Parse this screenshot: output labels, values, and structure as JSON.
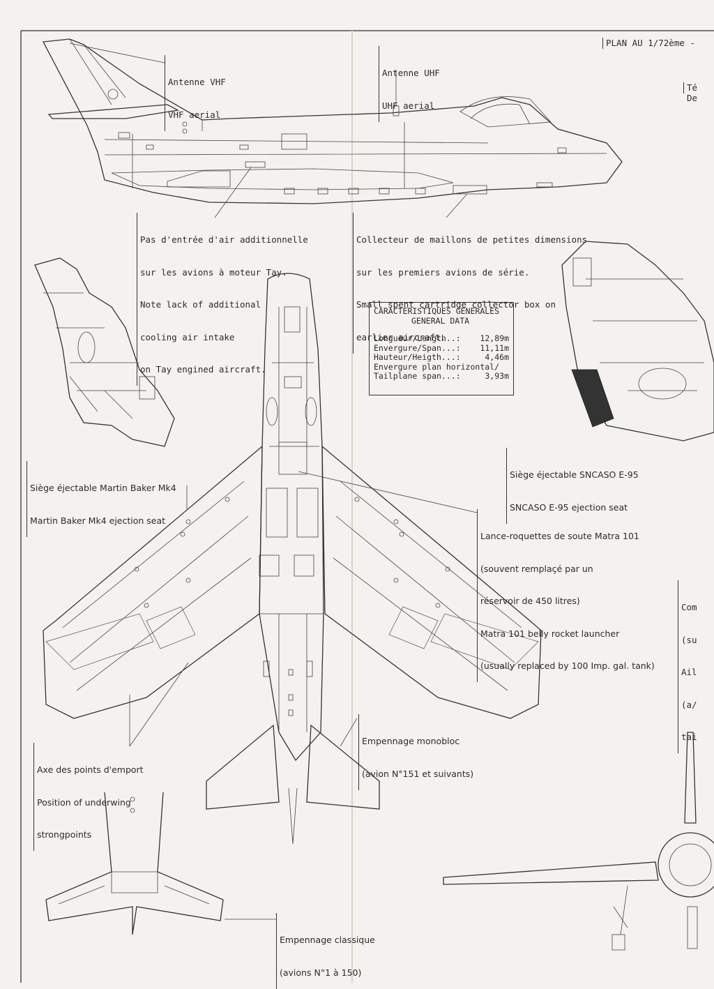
{
  "header": {
    "scale_note": "PLAN AU 1/72ème -",
    "cut_right_1": "Té",
    "cut_right_2": "De"
  },
  "labels": {
    "vhf": {
      "fr": "Antenne VHF",
      "en": "VHF aerial"
    },
    "uhf": {
      "fr": "Antenne UHF",
      "en": "UHF aerial"
    },
    "air_intake": [
      "Pas d'entrée d'air additionnelle",
      "sur les avions à moteur Tay.",
      "Note lack of additional",
      "cooling air intake",
      "on Tay engined aircraft."
    ],
    "collector": [
      "Collecteur de maillons de petites dimensions",
      "sur les premiers avions de série.",
      "Small spent cartridge collector box on",
      "earlier aircraft."
    ],
    "mb_seat": [
      "Siège éjectable Martin Baker Mk4",
      "Martin Baker Mk4 ejection seat"
    ],
    "sncaso_seat": [
      "Siège éjectable SNCASO E-95",
      "SNCASO E-95 ejection seat"
    ],
    "rocket": [
      "Lance-roquettes de soute Matra 101",
      "(souvent remplaçé par un",
      "réservoir de 450 litres)",
      "Matra 101 belly rocket launcher",
      "(usually replaced by 100 Imp. gal. tank)"
    ],
    "strongpoints": [
      "Axe des points d'emport",
      "Position of underwing",
      "strongpoints"
    ],
    "monobloc": [
      "Empennage monobloc",
      "(avion N°151 et suivants)"
    ],
    "classic": [
      "Empennage classique",
      "(avions N°1 à 150)"
    ],
    "cut_right_mid": [
      "Com",
      "(su",
      "Ail",
      "(a/",
      "tai"
    ]
  },
  "general_data": {
    "title_fr": "CARACTERISTIQUES GENERALES",
    "title_en": "GENERAL DATA",
    "rows": [
      {
        "label": "Longueur/Length..:",
        "value": "12,89m"
      },
      {
        "label": "Envergure/Span...:",
        "value": "11,11m"
      },
      {
        "label": "Hauteur/Heigth...:",
        "value": "4,46m"
      },
      {
        "label": "Envergure plan horizontal/",
        "value": ""
      },
      {
        "label": "Tailplane span...:",
        "value": "3,93m"
      }
    ]
  }
}
